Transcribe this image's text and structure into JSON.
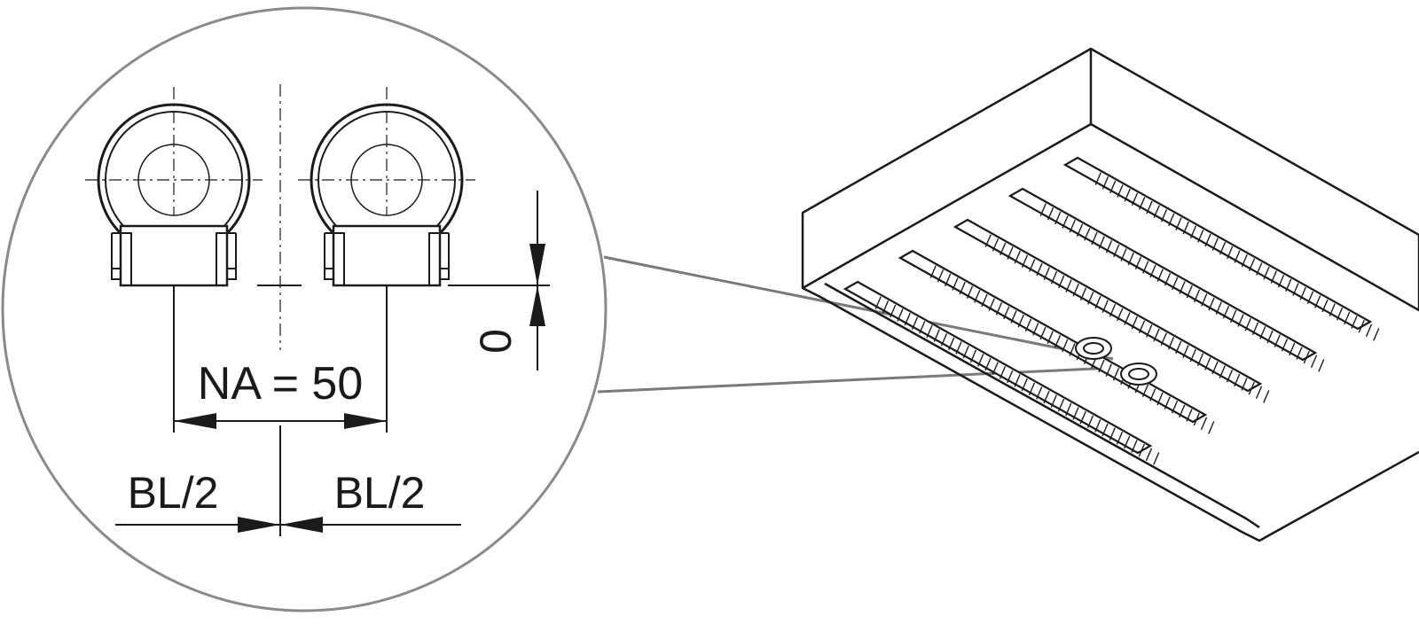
{
  "diagram": {
    "dimension_na": "NA = 50",
    "dimension_bl_left": "BL/2",
    "dimension_bl_right": "BL/2",
    "dimension_offset": "0",
    "colors": {
      "line": "#1a1a1a",
      "detail_circle": "#8a8a8a"
    }
  }
}
